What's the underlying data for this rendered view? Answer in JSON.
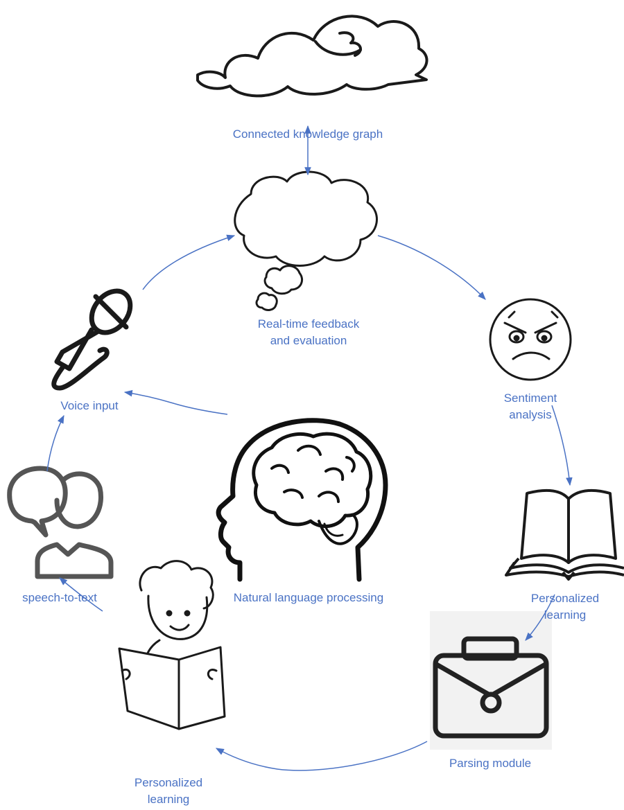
{
  "colors": {
    "label": "#4a72c4",
    "arrow": "#4a72c4",
    "icon": "#1a1a1a"
  },
  "nodes": {
    "knowledge_graph": {
      "label": "Connected knowledge graph",
      "icon": "cloud-icon"
    },
    "feedback": {
      "label": "Real-time feedback\nand evaluation",
      "icon": "thought-bubble-icon"
    },
    "sentiment": {
      "label": "Sentiment\nanalysis",
      "icon": "angry-face-icon"
    },
    "book_learning": {
      "label": "Personalized\nlearning",
      "icon": "open-book-icon"
    },
    "parsing": {
      "label": "Parsing module",
      "icon": "briefcase-icon"
    },
    "child_learning": {
      "label": "Personalized\nlearning",
      "icon": "child-reading-icon"
    },
    "speech": {
      "label": "speech-to-text",
      "icon": "speech-bubbles-person-icon"
    },
    "voice": {
      "label": "Voice input",
      "icon": "microphone-icon"
    },
    "nlp": {
      "label": "Natural language processing",
      "icon": "brain-head-icon"
    }
  }
}
